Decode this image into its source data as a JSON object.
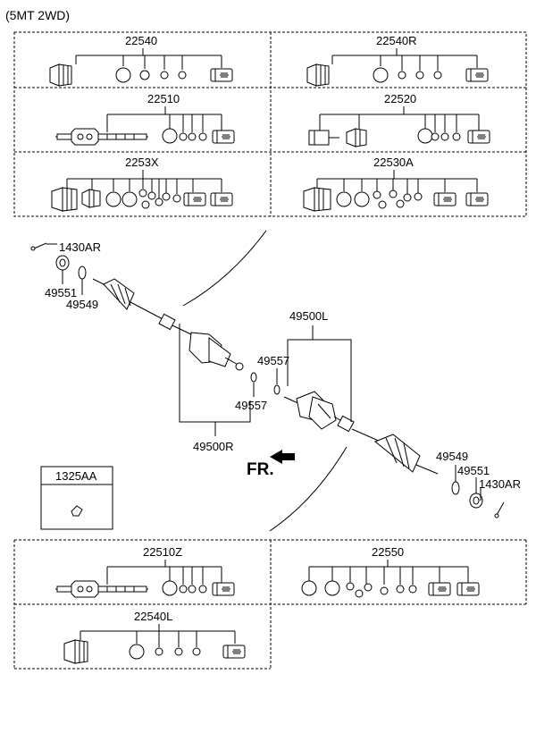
{
  "header": {
    "variant": "(5MT 2WD)"
  },
  "kits": {
    "k22540": "22540",
    "k22540R": "22540R",
    "k22510": "22510",
    "k22520": "22520",
    "k2253X": "2253X",
    "k22530A": "22530A",
    "k22510Z": "22510Z",
    "k22550": "22550",
    "k22540L": "22540L"
  },
  "callouts": {
    "bolt_top": "1430AR",
    "nut_top": "49551",
    "washer_top": "49549",
    "shaft_left": "49500L",
    "clip_upper": "49557",
    "clip_lower": "49557",
    "shaft_right": "49500R",
    "washer_bottom": "49549",
    "nut_bottom": "49551",
    "bolt_bottom": "1430AR",
    "fr_label": "FR.",
    "small_part_box": "1325AA"
  },
  "colors": {
    "ink": "#000000",
    "paper": "#ffffff"
  }
}
